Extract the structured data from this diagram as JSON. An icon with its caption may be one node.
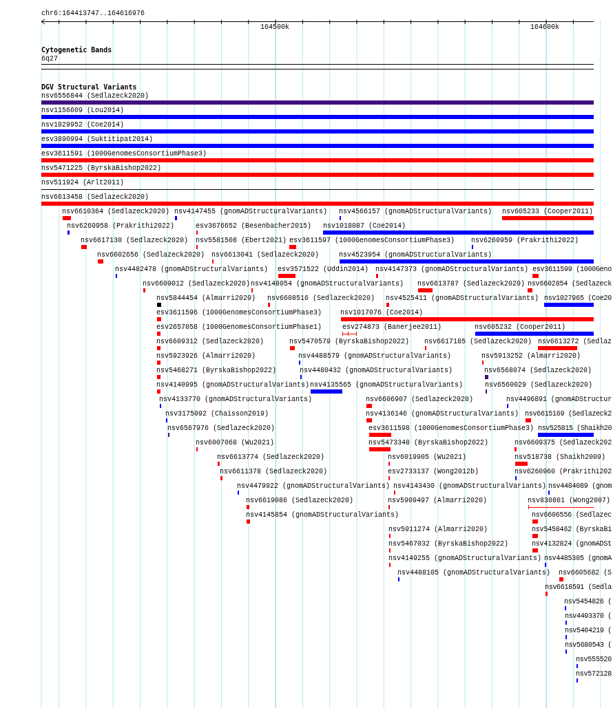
{
  "diagram": {
    "labels": [
      "chr6:164413747..164616976",
      "164500k",
      "164600k",
      "Cytogenetic Bands",
      "6q27",
      "DGV Structural Variants",
      "nsv6556844 (Sedlazeck2020)",
      "nsv1156609 (Lou2014)",
      "nsv1029952 (Coe2014)",
      "esv3890994 (Suktitipat2014)",
      "esv3611591 (1000GenomesConsortiumPhase3)",
      "nsv5471225 (ByrskaBishop2022)",
      "nsv511924 (Arlt2011)",
      "nsv6613458 (Sedlazeck2020)",
      "nsv6610364 (Sedlazeck2020)",
      "nsv4147455 (gnomADStructuralVariants)",
      "nsv4566157 (gnomADStructuralVariants)",
      "nsv605233 (Cooper2011)",
      "nsv6260958 (Prakrithi2022)",
      "esv3676652 (Besenbacher2015)",
      "nsv1018087 (Coe2014)",
      "nsv6617130 (Sedlazeck2020)",
      "nsv5581508 (Ebert2021)",
      "esv3611597 (1000GenomesConsortiumPhase3)",
      "nsv6260959 (Prakrithi2022)",
      "nsv6602656 (Sedlazeck2020)",
      "nsv6613041 (Sedlazeck2020)",
      "nsv4523954 (gnomADStructuralVariants)",
      "nsv4482478 (gnomADStructuralVariants)",
      "esv3571522 (Uddin2014)",
      "nsv4147373 (gnomADStructuralVariants)",
      "esv3611599 (1000Geno",
      "nsv6609012 (Sedlazeck2020)",
      "nsv4148054 (gnomADStructuralVariants)",
      "nsv6613787 (Sedlazeck2020)",
      "nsv6602854 (Sedlazeck",
      "nsv5844454 (Almarri2020)",
      "nsv6608516 (Sedlazeck2020)",
      "nsv4525411 (gnomADStructuralVariants)",
      "nsv1027965 (Coe20",
      "esv3611596 (1000GenomesConsortiumPhase3)",
      "nsv1017076 (Coe2014)",
      "esv2657058 (1000GenomesConsortiumPhase1)",
      "esv274873 (Banerjee2011)",
      "nsv605232 (Cooper2011)",
      "nsv6609312 (Sedlazeck2020)",
      "nsv5470579 (ByrskaBishop2022)",
      "nsv6617185 (Sedlazeck2020)",
      "nsv6613272 (Sedlaz",
      "nsv5923926 (Almarri2020)",
      "nsv4488579 (gnomADStructuralVariants)",
      "nsv5913252 (Almarri2020)",
      "nsv5468271 (ByrskaBishop2022)",
      "nsv4480432 (gnomADStructuralVariants)",
      "nsv6568074 (Sedlazeck2020)",
      "nsv4140995 (gnomADStructuralVariants)",
      "nsv4135565 (gnomADStructuralVariants)",
      "nsv6560029 (Sedlazeck2020)",
      "nsv4133770 (gnomADStructuralVariants)",
      "nsv6606907 (Sedlazeck2020)",
      "nsv4496891 (gnomADStructur",
      "nsv3175092 (Chaisson2019)",
      "nsv4136146 (gnomADStructuralVariants)",
      "nsv6615169 (Sedlazeck2",
      "nsv6567976 (Sedlazeck2020)",
      "esv3611598 (1000GenomesConsortiumPhase3)",
      "nsv525815 (Shaikh20",
      "nsv6007068 (Wu2021)",
      "nsv5473348 (ByrskaBishop2022)",
      "nsv6609375 (Sedlazeck202",
      "nsv6613774 (Sedlazeck2020)",
      "nsv6019905 (Wu2021)",
      "nsv518738 (Shaikh2009)",
      "nsv6611378 (Sedlazeck2020)",
      "esv2733137 (Wong2012b)",
      "nsv6260960 (Prakrithi202",
      "nsv4479922 (gnomADStructuralVariants)",
      "nsv4143430 (gnomADStructuralVariants)",
      "nsv4484089 (gnom",
      "nsv6619086 (Sedlazeck2020)",
      "nsv5909497 (Almarri2020)",
      "nsv830861 (Wong2007)",
      "nsv4145854 (gnomADStructuralVariants)",
      "nsv6606556 (Sedlazec",
      "nsv5911274 (Almarri2020)",
      "nsv5458462 (ByrskaBi",
      "nsv5467032 (ByrskaBishop2022)",
      "nsv4132824 (gnomADSt",
      "nsv4149255 (gnomADStructuralVariants)",
      "nsv4485305 (gnomA",
      "nsv4488105 (gnomADStructuralVariants)",
      "nsv6605682 (S",
      "nsv6618591 (Sedla",
      "nsv5454826 (",
      "nsv4493370 (",
      "nsv5404219 (",
      "nsv5680543 (",
      "nsv555520",
      "nsv572128"
    ]
  }
}
